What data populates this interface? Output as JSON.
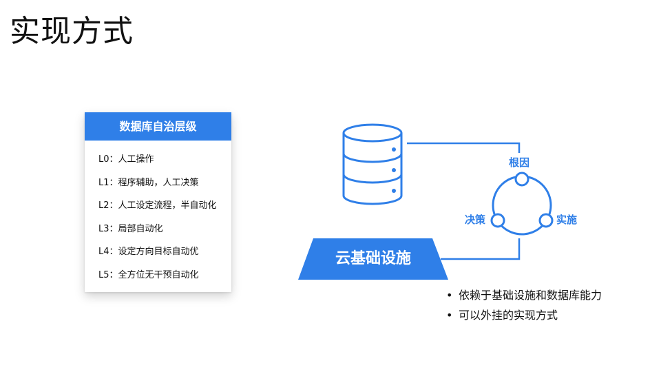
{
  "slide": {
    "title": "实现方式"
  },
  "levels_card": {
    "header": "数据库自治层级",
    "items": [
      "L0：人工操作",
      "L1：程序辅助，人工决策",
      "L2：人工设定流程，半自动化",
      "L3：局部自动化",
      "L4：设定方向目标自动优",
      "L5：全方位无干预自动化"
    ]
  },
  "diagram": {
    "platform_label": "云基础设施",
    "cycle_nodes": {
      "root": "根因",
      "decide": "决策",
      "implement": "实施"
    },
    "icons": [
      "database-icon"
    ]
  },
  "bullets": {
    "marker": "•",
    "items": [
      "依赖于基础设施和数据库能力",
      "可以外挂的实现方式"
    ]
  },
  "colors": {
    "accent": "#2f7fe8",
    "text": "#111111",
    "background": "#ffffff"
  }
}
